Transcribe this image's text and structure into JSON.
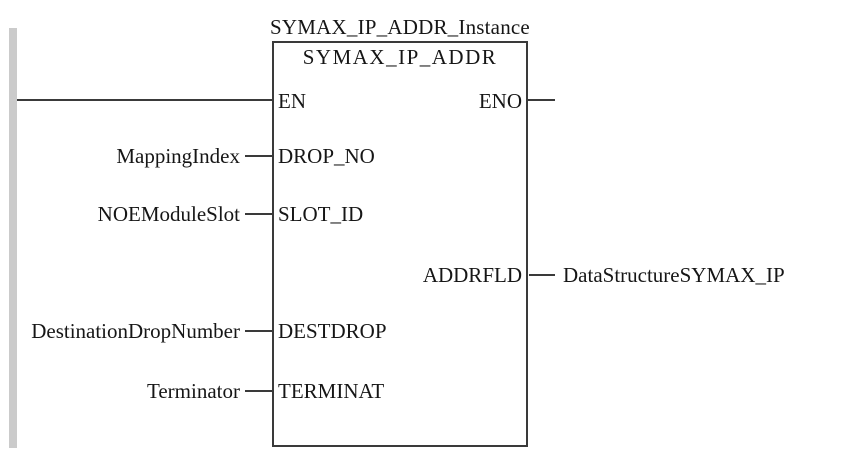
{
  "block": {
    "instance_name": "SYMAX_IP_ADDR_Instance",
    "type_name": "SYMAX_IP_ADDR"
  },
  "pins": {
    "inputs": [
      {
        "name": "EN",
        "variable": ""
      },
      {
        "name": "DROP_NO",
        "variable": "MappingIndex"
      },
      {
        "name": "SLOT_ID",
        "variable": "NOEModuleSlot"
      },
      {
        "name": "DESTDROP",
        "variable": "DestinationDropNumber"
      },
      {
        "name": "TERMINAT",
        "variable": "Terminator"
      }
    ],
    "outputs": [
      {
        "name": "ENO",
        "variable": ""
      },
      {
        "name": "ADDRFLD",
        "variable": "DataStructureSYMAX_IP"
      }
    ]
  },
  "colors": {
    "line": "#3a3a3a",
    "text": "#161616",
    "margin_bar": "#cbcbcb",
    "background": "#ffffff"
  }
}
